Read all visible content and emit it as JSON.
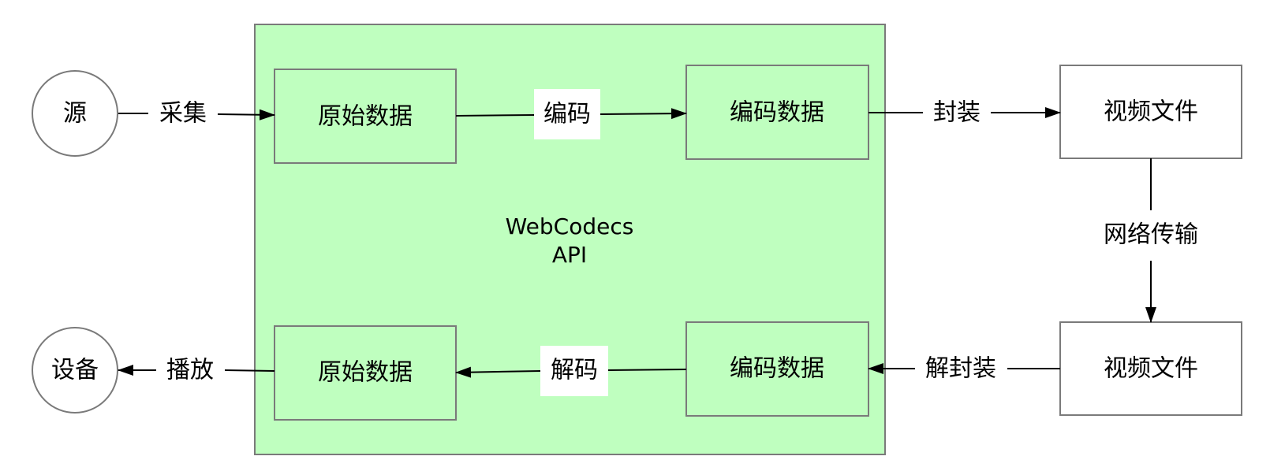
{
  "diagram": {
    "api_box": {
      "line1": "WebCodecs",
      "line2": "API",
      "fill": "#bfffbf",
      "stroke": "#7a7a7a"
    },
    "nodes": {
      "source": "源",
      "device": "设备",
      "raw_top": "原始数据",
      "encoded_top": "编码数据",
      "video_top": "视频文件",
      "raw_bottom": "原始数据",
      "encoded_bottom": "编码数据",
      "video_bottom": "视频文件"
    },
    "edges": {
      "capture": "采集",
      "encode": "编码",
      "mux": "封装",
      "network": "网络传输",
      "demux": "解封装",
      "decode": "解码",
      "play": "播放"
    },
    "colors": {
      "box_fill_green": "#bfffbf",
      "box_stroke": "#7a7a7a",
      "line": "#000000",
      "white": "#ffffff"
    }
  }
}
